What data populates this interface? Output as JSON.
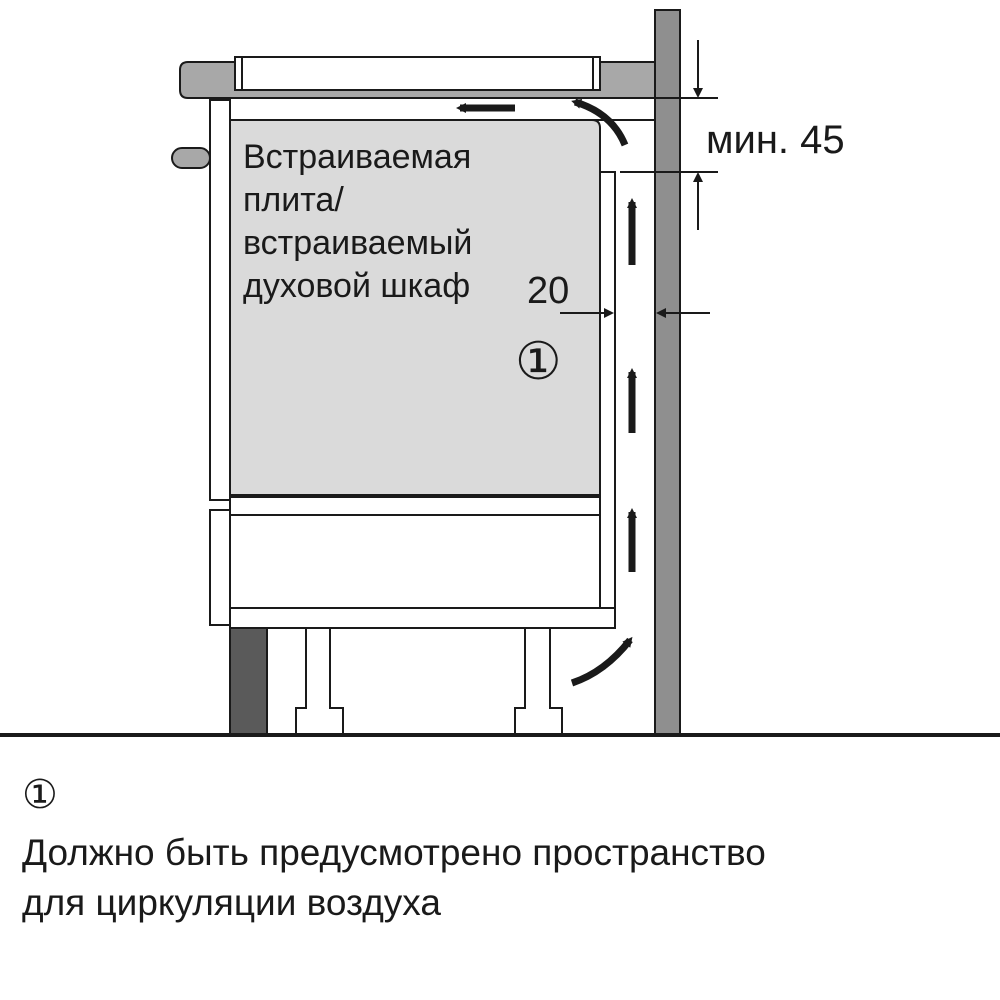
{
  "appliance_label": {
    "lines": [
      "Встраиваемая",
      "плита/",
      "встраиваемый",
      "духовой шкаф"
    ]
  },
  "dimensions": {
    "top_gap": "мин. 45",
    "side_gap": "20"
  },
  "callout": {
    "marker": "①"
  },
  "legend": {
    "marker": "①",
    "lines": [
      "Должно быть предусмотрено пространство",
      "для циркуляции воздуха"
    ]
  },
  "colors": {
    "appliance_fill": "#dadada",
    "wall_fill": "#8f8f8f",
    "plinth_fill": "#5a5a5a",
    "countertop_fill": "#a8a8a8",
    "line": "#1a1a1a"
  }
}
